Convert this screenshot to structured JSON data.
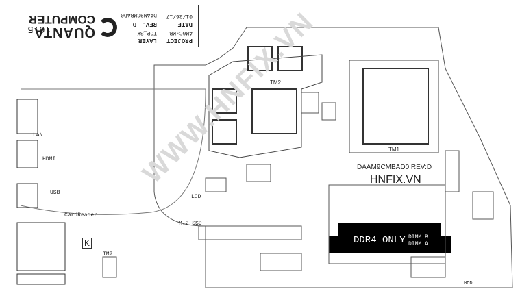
{
  "title_block": {
    "company_line1": "QUANTA",
    "company_line2": "COMPUTER",
    "project_label": "PROJECT",
    "project_value": "AM6C-MB",
    "layer_label": "LAYER",
    "layer_value": "TOP_SK",
    "date_label": "DATE",
    "date_value": "01/26/17",
    "rev_label": "REV.",
    "rev_value": "D",
    "board_value": "DAAM9CMBAD0",
    "size_value": "16.5"
  },
  "labels": {
    "tm2": "TM2",
    "tm1": "TM1",
    "lan": "LAN",
    "hdmi": "HDMI",
    "usb": "USB",
    "lcd": "LCD",
    "card_reader": "CardReader",
    "m2_ssd": "M.2 SSD",
    "tm7": "TM7",
    "k_mark": "K",
    "board_rev": "DAAM9CMBAD0 REV:D",
    "hnfix": "HNFIX.VN",
    "ddr4": "DDR4 ONLY",
    "dimm_a": "DIMM B",
    "dimm_b": "DIMM A",
    "hdd": "HDD"
  },
  "watermark": "WWW.HNFIX.VN",
  "colors": {
    "ink": "#222222",
    "ddr_block": "#000000",
    "ddr_text": "#ffffff",
    "watermark": "#d9d9d9"
  }
}
